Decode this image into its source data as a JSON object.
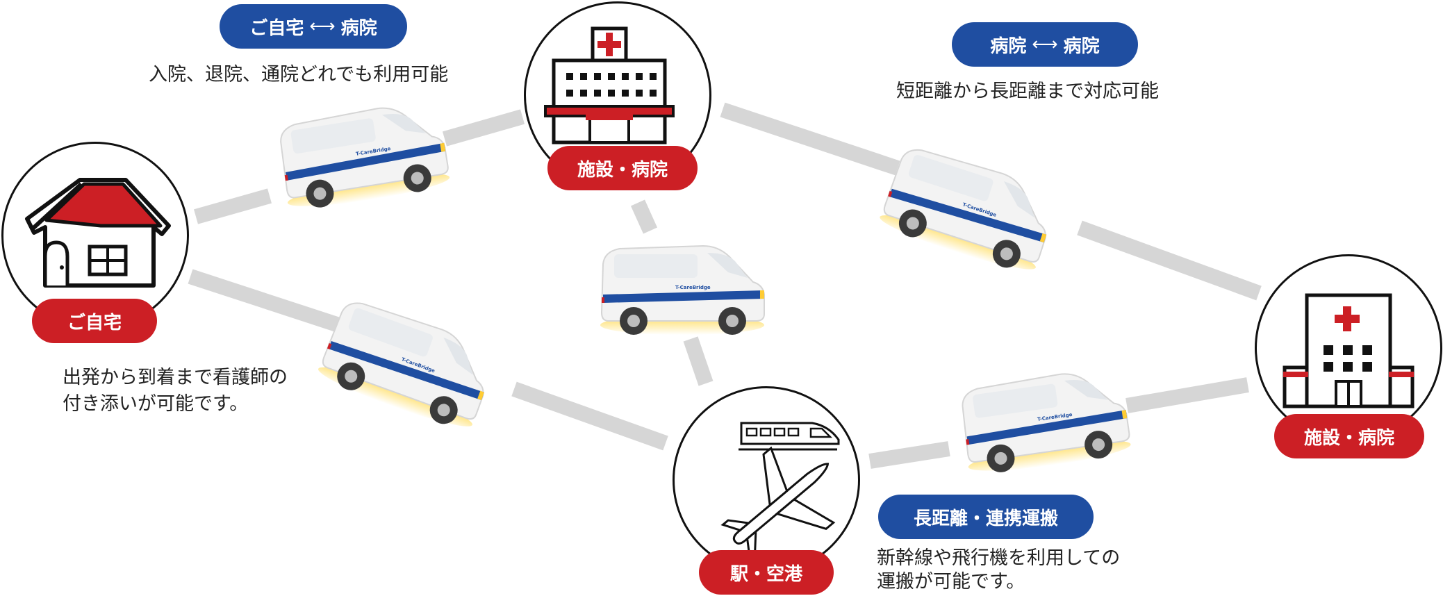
{
  "nodes": {
    "home": {
      "label": "ご自宅"
    },
    "hospital_a": {
      "label": "施設・病院"
    },
    "hospital_b": {
      "label": "施設・病院"
    },
    "station": {
      "label": "駅・空港"
    }
  },
  "routes": {
    "home_hospital": {
      "label_from": "ご自宅",
      "label_arrow": "⟷",
      "label_to": "病院",
      "description": "入院、退院、通院どれでも利用可能"
    },
    "hospital_hospital": {
      "label_from": "病院",
      "label_arrow": "⟷",
      "label_to": "病院",
      "description": "短距離から長距離まで対応可能"
    },
    "long_distance": {
      "label": "長距離・連携運搬",
      "description_line1": "新幹線や飛行機を利用しての",
      "description_line2": "運搬が可能です。"
    },
    "home_note": {
      "description_line1": "出発から到着まで看護師の",
      "description_line2": "付き添いが可能です。"
    }
  },
  "vehicle": {
    "brand_text": "T-CareBridge"
  },
  "colors": {
    "accent_red": "#cc1f25",
    "accent_blue": "#1f4ea1",
    "road": "#d6d6d6"
  }
}
